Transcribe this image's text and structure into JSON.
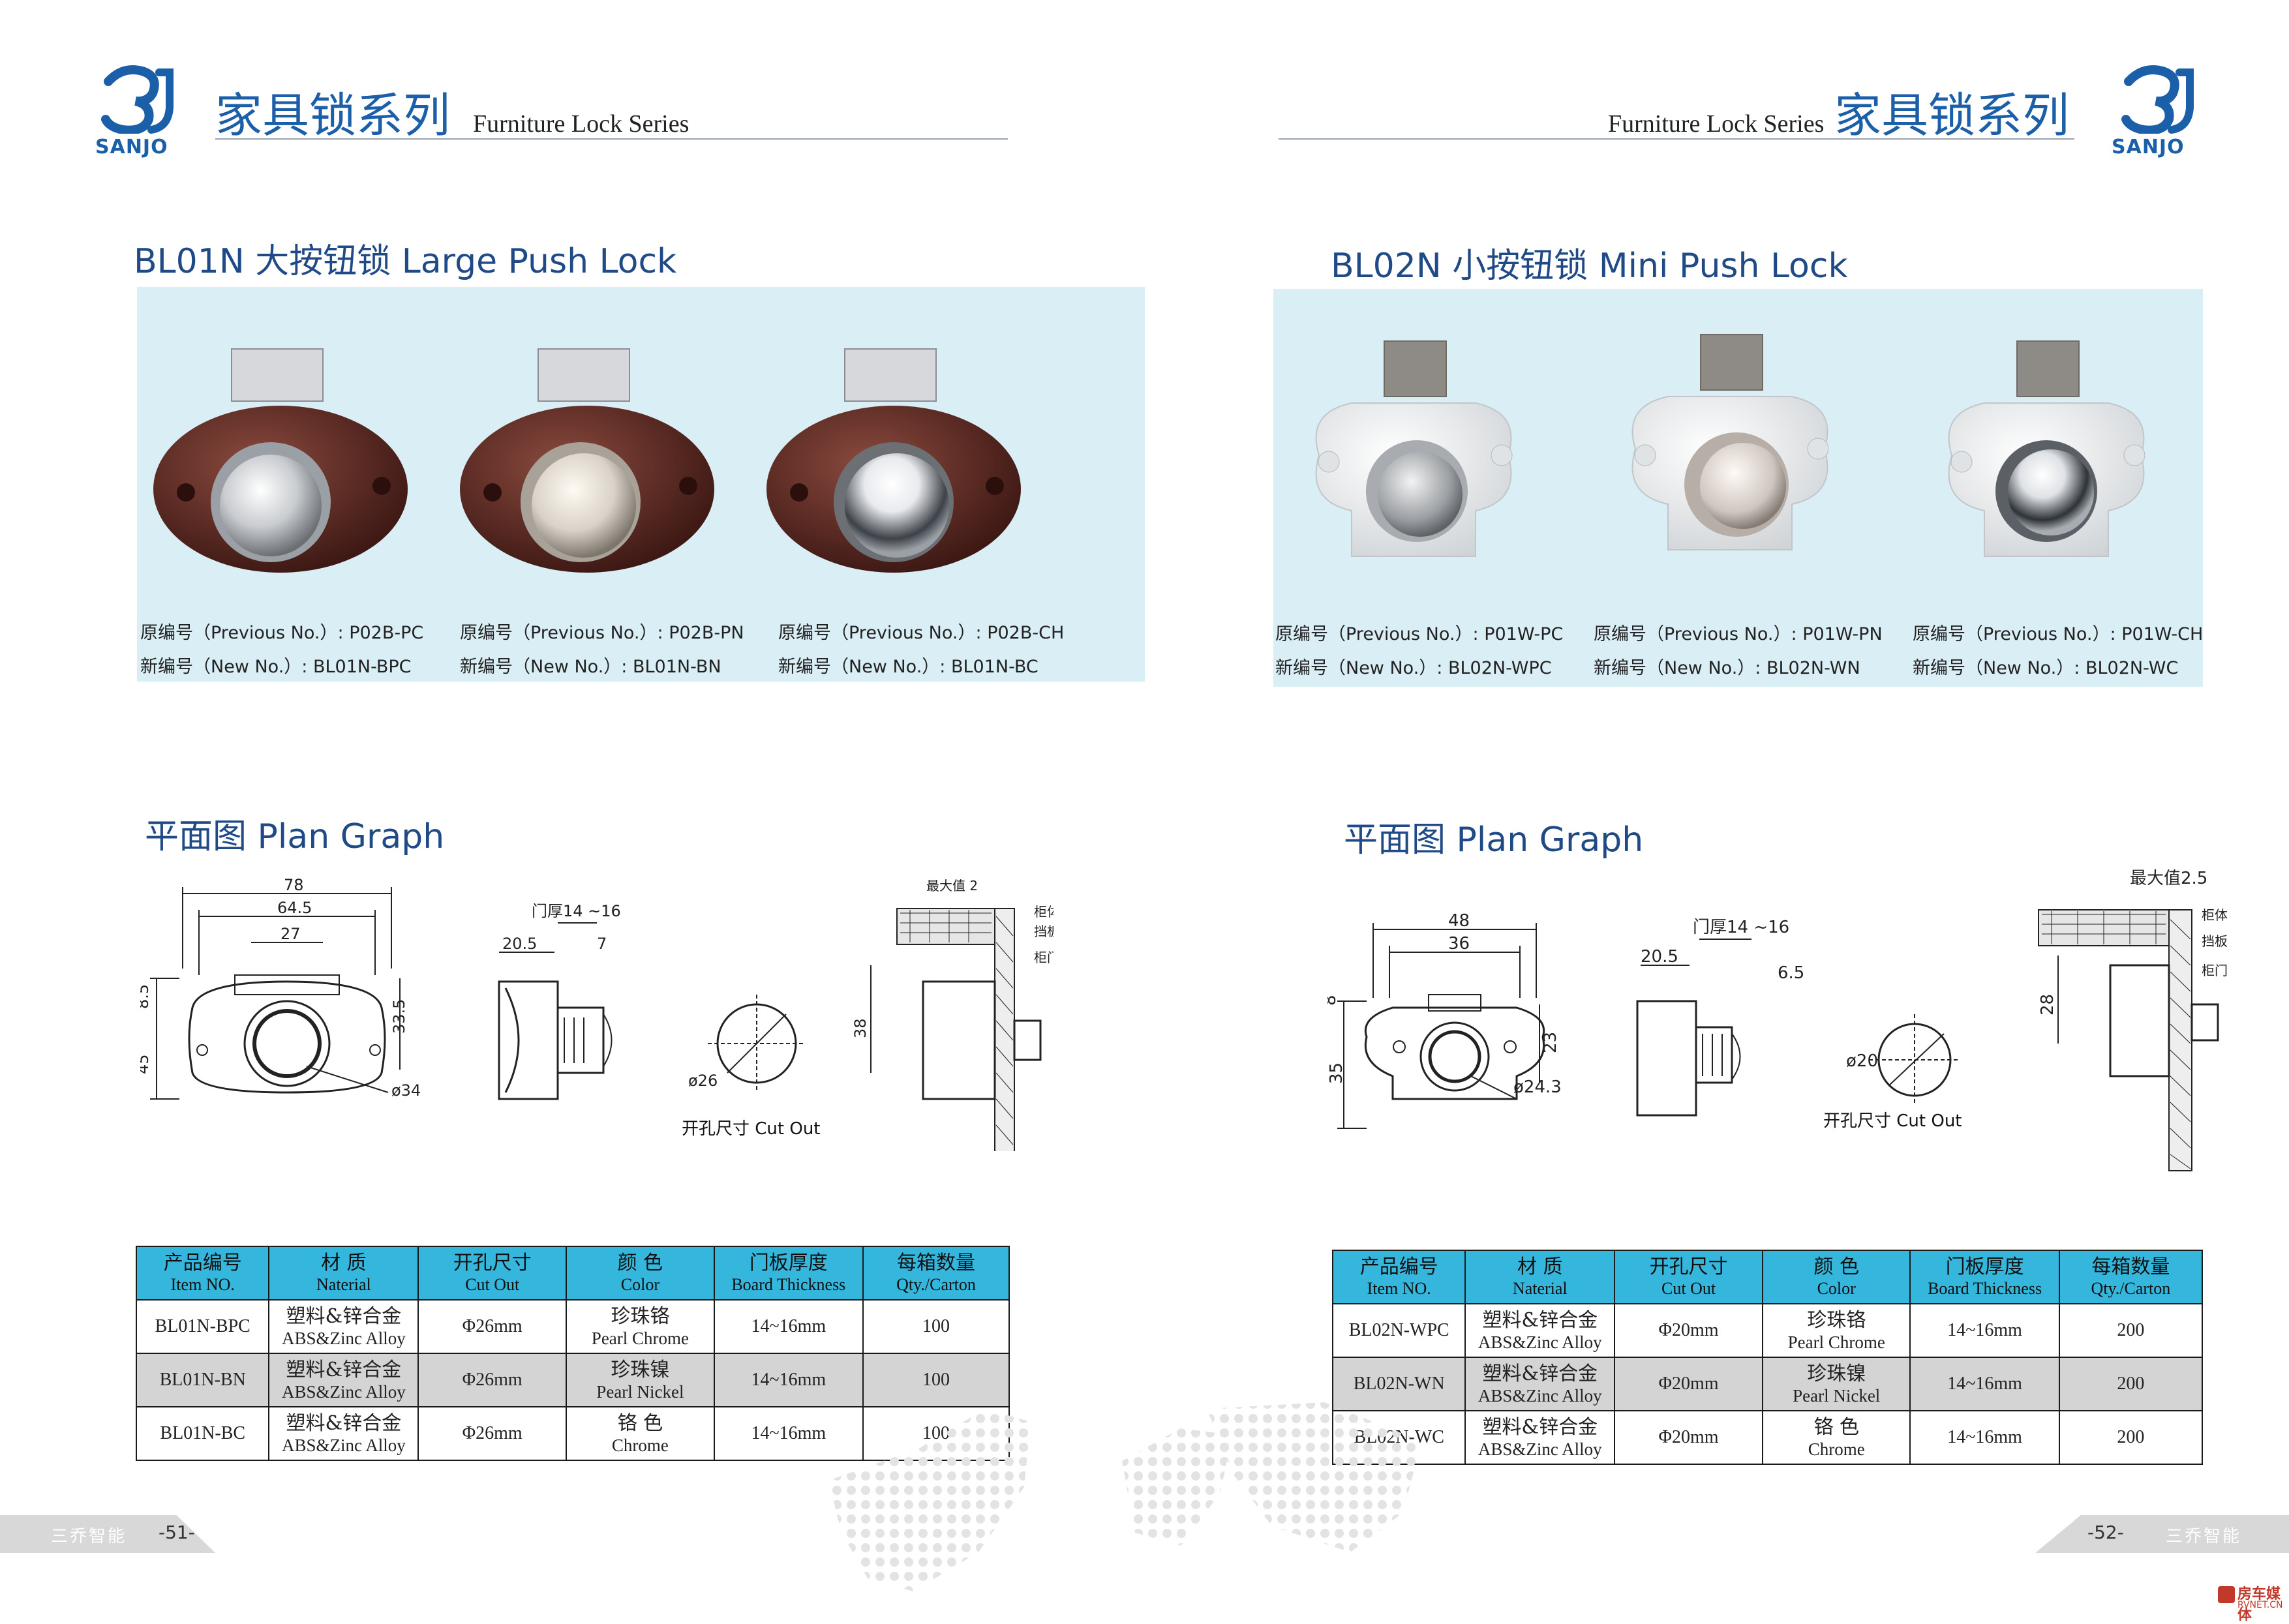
{
  "brand": {
    "name": "SANJO"
  },
  "header": {
    "series_cn": "家具锁系列",
    "series_en": "Furniture Lock Series"
  },
  "left": {
    "product_title": "BL01N 大按钮锁  Large Push Lock",
    "captions": [
      {
        "prev": "原编号（Previous No.）: P02B-PC",
        "new": "新编号（New No.）: BL01N-BPC"
      },
      {
        "prev": "原编号（Previous No.）: P02B-PN",
        "new": "新编号（New No.）: BL01N-BN"
      },
      {
        "prev": "原编号（Previous No.）: P02B-CH",
        "new": "新编号（New No.）: BL01N-BC"
      }
    ],
    "plan_title": "平面图 Plan Graph",
    "dims": {
      "d78": "78",
      "d645": "64.5",
      "d27": "27",
      "d85": "8.5",
      "d45": "45",
      "d335": "33.5",
      "d34": "ø34",
      "door": "门厚14 ~16",
      "d205": "20.5",
      "d7": "7",
      "d26": "ø26",
      "d38": "38",
      "max": "最大值 2",
      "cabinet": "柜体",
      "baffle": "挡板",
      "cab_door": "柜门"
    },
    "cutout": "开孔尺寸 Cut Out",
    "table": {
      "rows": [
        {
          "item": "BL01N-BPC",
          "mat_cn": "塑料&锌合金",
          "mat_en": "ABS&Zinc Alloy",
          "cut": "Φ26mm",
          "col_cn": "珍珠铬",
          "col_en": "Pearl Chrome",
          "thick": "14~16mm",
          "qty": "100"
        },
        {
          "item": "BL01N-BN",
          "mat_cn": "塑料&锌合金",
          "mat_en": "ABS&Zinc Alloy",
          "cut": "Φ26mm",
          "col_cn": "珍珠镍",
          "col_en": "Pearl Nickel",
          "thick": "14~16mm",
          "qty": "100"
        },
        {
          "item": "BL01N-BC",
          "mat_cn": "塑料&锌合金",
          "mat_en": "ABS&Zinc Alloy",
          "cut": "Φ26mm",
          "col_cn": "铬 色",
          "col_en": "Chrome",
          "thick": "14~16mm",
          "qty": "100"
        }
      ]
    },
    "footer_company": "三乔智能",
    "page": "-51-"
  },
  "right": {
    "product_title": "BL02N 小按钮锁  Mini Push Lock",
    "captions": [
      {
        "prev": "原编号（Previous No.）: P01W-PC",
        "new": "新编号（New No.）: BL02N-WPC"
      },
      {
        "prev": "原编号（Previous No.）: P01W-PN",
        "new": "新编号（New No.）: BL02N-WN"
      },
      {
        "prev": "原编号（Previous No.）: P01W-CH",
        "new": "新编号（New No.）: BL02N-WC"
      }
    ],
    "plan_title": "平面图 Plan Graph",
    "dims": {
      "d48": "48",
      "d36": "36",
      "d8": "8",
      "d35": "35",
      "d23": "23",
      "d243": "ø24.3",
      "door": "门厚14 ~16",
      "d205": "20.5",
      "d65": "6.5",
      "d20": "ø20",
      "d28": "28",
      "max": "最大值2.5",
      "cabinet": "柜体",
      "baffle": "挡板",
      "cab_door": "柜门"
    },
    "cutout": "开孔尺寸 Cut Out",
    "table": {
      "rows": [
        {
          "item": "BL02N-WPC",
          "mat_cn": "塑料&锌合金",
          "mat_en": "ABS&Zinc Alloy",
          "cut": "Φ20mm",
          "col_cn": "珍珠铬",
          "col_en": "Pearl Chrome",
          "thick": "14~16mm",
          "qty": "200"
        },
        {
          "item": "BL02N-WN",
          "mat_cn": "塑料&锌合金",
          "mat_en": "ABS&Zinc Alloy",
          "cut": "Φ20mm",
          "col_cn": "珍珠镍",
          "col_en": "Pearl Nickel",
          "thick": "14~16mm",
          "qty": "200"
        },
        {
          "item": "BL02N-WC",
          "mat_cn": "塑料&锌合金",
          "mat_en": "ABS&Zinc Alloy",
          "cut": "Φ20mm",
          "col_cn": "铬 色",
          "col_en": "Chrome",
          "thick": "14~16mm",
          "qty": "200"
        }
      ]
    },
    "footer_company": "三乔智能",
    "page": "-52-"
  },
  "table_headers": [
    {
      "cn": "产品编号",
      "en": "Item NO."
    },
    {
      "cn": "材  质",
      "en": "Naterial"
    },
    {
      "cn": "开孔尺寸",
      "en": "Cut Out"
    },
    {
      "cn": "颜  色",
      "en": "Color"
    },
    {
      "cn": "门板厚度",
      "en": "Board Thickness"
    },
    {
      "cn": "每箱数量",
      "en": "Qty./Carton"
    }
  ],
  "watermark": {
    "line1": "房车媒体",
    "line2": "RVNET.CN"
  },
  "colors": {
    "brand_blue": "#1b5fa8",
    "title_blue": "#1f4a86",
    "panel_bg": "#d9eef5",
    "table_header": "#35b6dd",
    "row_shade": "#d4d4d4",
    "footer_grey": "#d8d8d8",
    "lock_brown": "#5b2a22",
    "lock_white": "#f4f4f4"
  }
}
